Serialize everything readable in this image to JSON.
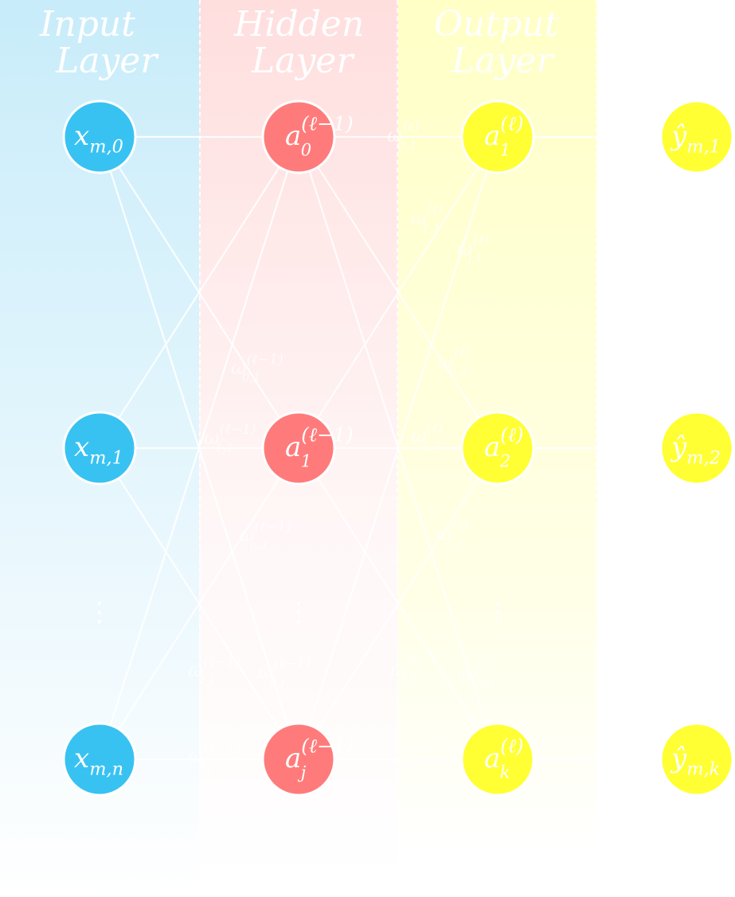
{
  "colors": {
    "input_node": "#38c2f2",
    "hidden_node": "#ff7b7b",
    "output_node": "#ffff33",
    "edge": "#ffffff"
  },
  "layers": {
    "input": {
      "title_line1": "Input",
      "title_line2": "Layer"
    },
    "hidden": {
      "title_line1": "Hidden",
      "title_line2": "Layer"
    },
    "output": {
      "title_line1": "Output",
      "title_line2": "Layer"
    }
  },
  "nodes": {
    "input": [
      {
        "base": "x",
        "sub": "m,0"
      },
      {
        "base": "x",
        "sub": "m,1"
      },
      {
        "base": "x",
        "sub": "m,n"
      }
    ],
    "hidden": [
      {
        "base": "a",
        "sub": "0",
        "sup": "(ℓ−1)"
      },
      {
        "base": "a",
        "sub": "1",
        "sup": "(ℓ−1)"
      },
      {
        "base": "a",
        "sub": "j",
        "sup": "(ℓ−1)"
      }
    ],
    "output": [
      {
        "base": "a",
        "sub": "1",
        "sup": "(ℓ)"
      },
      {
        "base": "a",
        "sub": "2",
        "sup": "(ℓ)"
      },
      {
        "base": "a",
        "sub": "k",
        "sup": "(ℓ)"
      }
    ],
    "prediction": [
      {
        "base": "ŷ",
        "sub": "m,1"
      },
      {
        "base": "ŷ",
        "sub": "m,2"
      },
      {
        "base": "ŷ",
        "sub": "m,k"
      }
    ]
  },
  "ellipsis": "⋮",
  "weights": {
    "w_0_1_in": {
      "base": "ω",
      "sub": "0,1",
      "sup": "(ℓ−1)"
    },
    "w_1_1_in": {
      "base": "ω",
      "sub": "1,1",
      "sup": "(ℓ−1)"
    },
    "w_n_1_in": {
      "base": "ω",
      "sub": "n,1",
      "sup": "(ℓ−1)"
    },
    "w_1_j_in": {
      "base": "ω",
      "sub": "1,j",
      "sup": "(ℓ−1)"
    },
    "w_0_j_in": {
      "base": "ω",
      "sub": "0,j",
      "sup": "(ℓ−1)"
    },
    "w_n_j_in": {
      "base": "ω",
      "sub": "n,j",
      "sup": "(ℓ−1)"
    },
    "w_0_1_out": {
      "base": "ω",
      "sub": "0,1",
      "sup": "(ℓ)"
    },
    "w_1_1_out": {
      "base": "ω",
      "sub": "1,1",
      "sup": "(ℓ)"
    },
    "w_j_1_out": {
      "base": "ω",
      "sub": "j,1",
      "sup": "(ℓ)"
    },
    "w_0_2_out": {
      "base": "ω",
      "sub": "0,2",
      "sup": "(ℓ)"
    },
    "w_1_2_out": {
      "base": "ω",
      "sub": "1,2",
      "sup": "(ℓ)"
    },
    "w_j_2_out": {
      "base": "ω",
      "sub": "j,2",
      "sup": "(ℓ)"
    },
    "w_0_k_out": {
      "base": "ω",
      "sub": "0,k",
      "sup": "(ℓ)"
    },
    "w_1_k_out": {
      "base": "ω",
      "sub": "1,k",
      "sup": "(ℓ)"
    },
    "w_j_k_out": {
      "base": "ω",
      "sub": "j,k",
      "sup": "(ℓ)"
    }
  }
}
